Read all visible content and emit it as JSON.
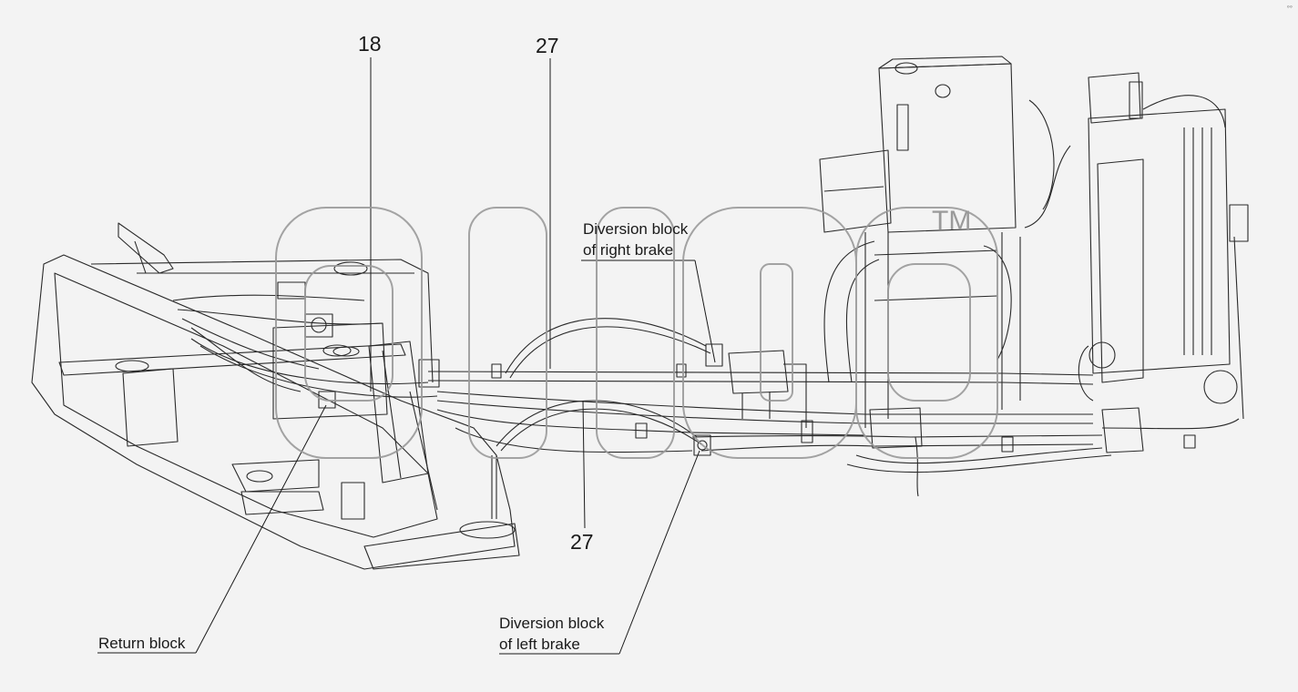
{
  "diagram": {
    "callouts": [
      {
        "id": "c18",
        "text": "18"
      },
      {
        "id": "c27a",
        "text": "27"
      },
      {
        "id": "c27b",
        "text": "27"
      }
    ],
    "labels": {
      "right_brake": [
        "Diversion block",
        "of right brake"
      ],
      "left_brake": [
        "Diversion block",
        "of left brake"
      ],
      "return_block": "Return block"
    },
    "watermark": "alfa",
    "trademark": "TM",
    "corner_mark": "◦◦"
  },
  "colors": {
    "background": "#f3f3f3",
    "line": "#2a2a2a",
    "watermark": "#9a9a9a"
  }
}
